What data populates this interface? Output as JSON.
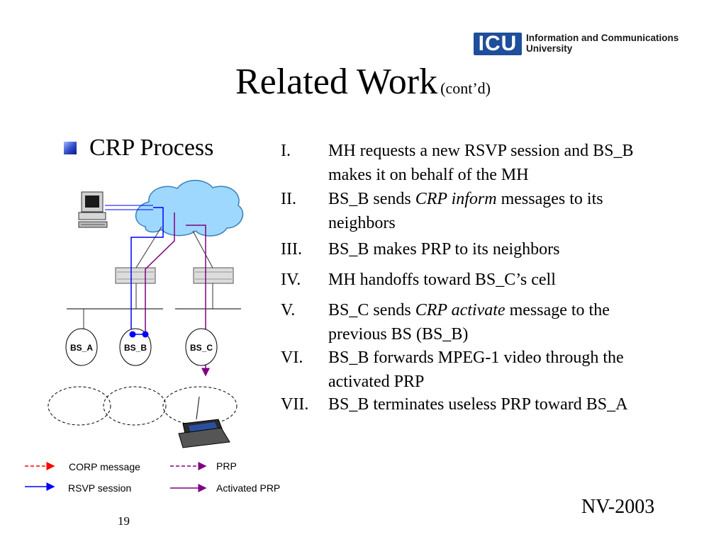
{
  "logo": {
    "mark": "ICU",
    "line1": "Information and Communications",
    "line2": "University"
  },
  "title": {
    "main": "Related Work",
    "sub": "(cont’d)"
  },
  "bullet": {
    "text": "CRP Process"
  },
  "steps": [
    {
      "num": "I.",
      "before": "MH requests a new RSVP session and BS_B makes it on behalf of the MH",
      "em": "",
      "after": ""
    },
    {
      "num": "II.",
      "before": "BS_B sends ",
      "em": "CRP inform",
      "after": " messages to its neighbors"
    },
    {
      "num": "III.",
      "before": "BS_B makes PRP to its neighbors",
      "em": "",
      "after": ""
    },
    {
      "num": "IV.",
      "before": "MH handoffs toward BS_C’s cell",
      "em": "",
      "after": ""
    },
    {
      "num": "V.",
      "before": "BS_C sends ",
      "em": "CRP activate",
      "after": " message to the previous BS (BS_B)"
    },
    {
      "num": "VI.",
      "before": "BS_B forwards MPEG-1 video through the activated PRP",
      "em": "",
      "after": ""
    },
    {
      "num": "VII.",
      "before": "BS_B terminates useless PRP toward BS_A",
      "em": "",
      "after": ""
    }
  ],
  "diagram": {
    "bs_labels": [
      "BS_A",
      "BS_B",
      "BS_C"
    ],
    "colors": {
      "cloud": "#9ed8ff",
      "rsvp": "#0000ff",
      "prp": "#800080",
      "corp": "#ff0000"
    }
  },
  "legend": {
    "corp": "CORP message",
    "prp": "PRP",
    "rsvp": "RSVP session",
    "activated_prp": "Activated PRP"
  },
  "footer": {
    "conference": "NV-2003",
    "page": "19"
  }
}
